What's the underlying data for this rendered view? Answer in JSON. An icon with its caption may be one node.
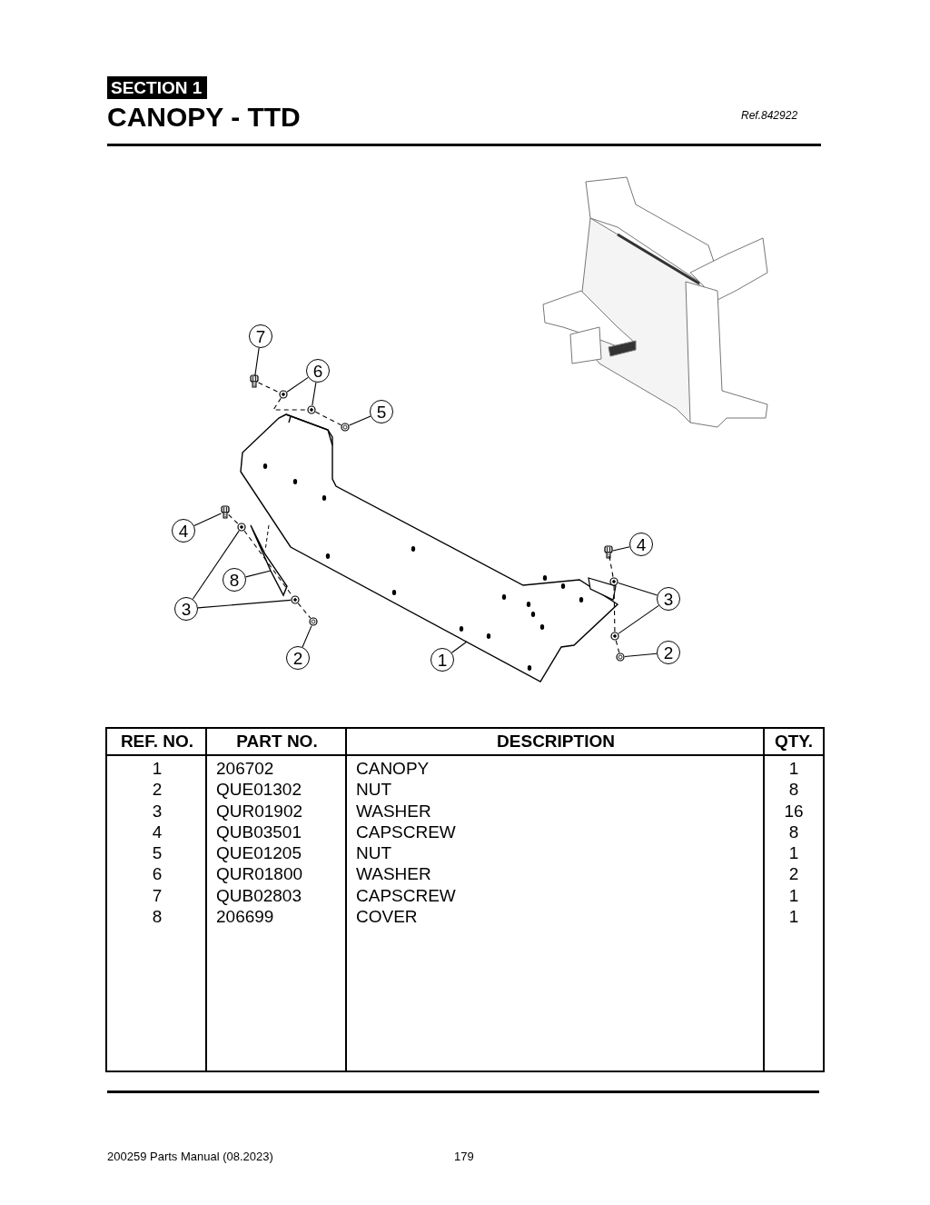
{
  "diagram": {
    "title": "CANOPY - TTD",
    "nodes": [
      {
        "text": [
          "7"
        ]
      },
      {
        "text": [
          "6"
        ]
      },
      {
        "text": [
          "5"
        ]
      },
      {
        "text": [
          "4"
        ]
      },
      {
        "text": [
          "4"
        ]
      },
      {
        "text": [
          "8"
        ]
      },
      {
        "text": [
          "3"
        ]
      },
      {
        "text": [
          "3"
        ]
      },
      {
        "text": [
          "2"
        ]
      },
      {
        "text": [
          "2"
        ]
      },
      {
        "text": [
          "1"
        ]
      },
      {
        "text": [],
        "shape": "picture"
      },
      {
        "text": [],
        "shape": "picture"
      },
      {
        "text": [],
        "shape": "picture"
      },
      {
        "text": [],
        "shape": "picture"
      },
      {
        "text": [],
        "shape": "picture"
      },
      {
        "text": [],
        "shape": "picture"
      },
      {
        "text": [],
        "shape": "picture"
      },
      {
        "text": [],
        "shape": "picture"
      },
      {
        "text": [],
        "shape": "picture"
      },
      {
        "text": [],
        "shape": "picture"
      },
      {
        "text": [],
        "shape": "picture"
      },
      {
        "text": [],
        "shape": "picture"
      },
      {
        "text": [],
        "shape": "picture"
      },
      {
        "text": [],
        "shape": "picture"
      }
    ],
    "edges": [
      {
        "from": 0,
        "to": 11,
        "arrow": "none"
      },
      {
        "from": 1,
        "to": 12,
        "arrow": "none"
      },
      {
        "from": 1,
        "to": 13,
        "arrow": "none"
      },
      {
        "from": 2,
        "to": 14,
        "arrow": "none"
      },
      {
        "from": 3,
        "to": 16,
        "arrow": "none"
      },
      {
        "from": 4,
        "to": 19,
        "arrow": "none"
      },
      {
        "from": 5,
        "to": 18,
        "arrow": "none"
      },
      {
        "from": 6,
        "to": 20,
        "arrow": "none"
      },
      {
        "from": 6,
        "to": 23,
        "arrow": "none"
      },
      {
        "from": 7,
        "to": 17,
        "arrow": "none"
      },
      {
        "from": 7,
        "to": 21,
        "arrow": "none"
      },
      {
        "from": 8,
        "to": 24,
        "arrow": "none"
      },
      {
        "from": 9,
        "to": 22,
        "arrow": "none"
      },
      {
        "from": 10,
        "to": 15,
        "arrow": "none"
      },
      {
        "from": 11,
        "to": 12,
        "arrow": "none",
        "style": "dashed"
      },
      {
        "from": 12,
        "to": 13,
        "arrow": "none",
        "style": "dashed"
      },
      {
        "from": 13,
        "to": 14,
        "arrow": "none",
        "style": "dashed"
      },
      {
        "from": 16,
        "to": 17,
        "arrow": "none",
        "style": "dashed"
      },
      {
        "from": 17,
        "to": 21,
        "arrow": "none",
        "style": "dashed"
      },
      {
        "from": 21,
        "to": 22,
        "arrow": "none",
        "style": "dashed"
      },
      {
        "from": 19,
        "to": 20,
        "arrow": "none",
        "style": "dashed"
      },
      {
        "from": 20,
        "to": 23,
        "arrow": "none",
        "style": "dashed"
      },
      {
        "from": 23,
        "to": 24,
        "arrow": "none",
        "style": "dashed"
      }
    ],
    "labels": [
      "SECTION 1",
      "Ref.842922",
      "REF. NO.",
      "PART NO.",
      "DESCRIPTION",
      "QTY.",
      "1",
      "206702",
      "CANOPY",
      "1",
      "2",
      "QUE01302",
      "NUT",
      "8",
      "3",
      "QUR01902",
      "WASHER",
      "16",
      "4",
      "QUB03501",
      "CAPSCREW",
      "8",
      "5",
      "QUE01205",
      "NUT",
      "1",
      "6",
      "QUR01800",
      "WASHER",
      "2",
      "7",
      "QUB02803",
      "CAPSCREW",
      "1",
      "8",
      "206699",
      "COVER",
      "1",
      "200259 Parts Manual (08.2023)",
      "179"
    ]
  }
}
